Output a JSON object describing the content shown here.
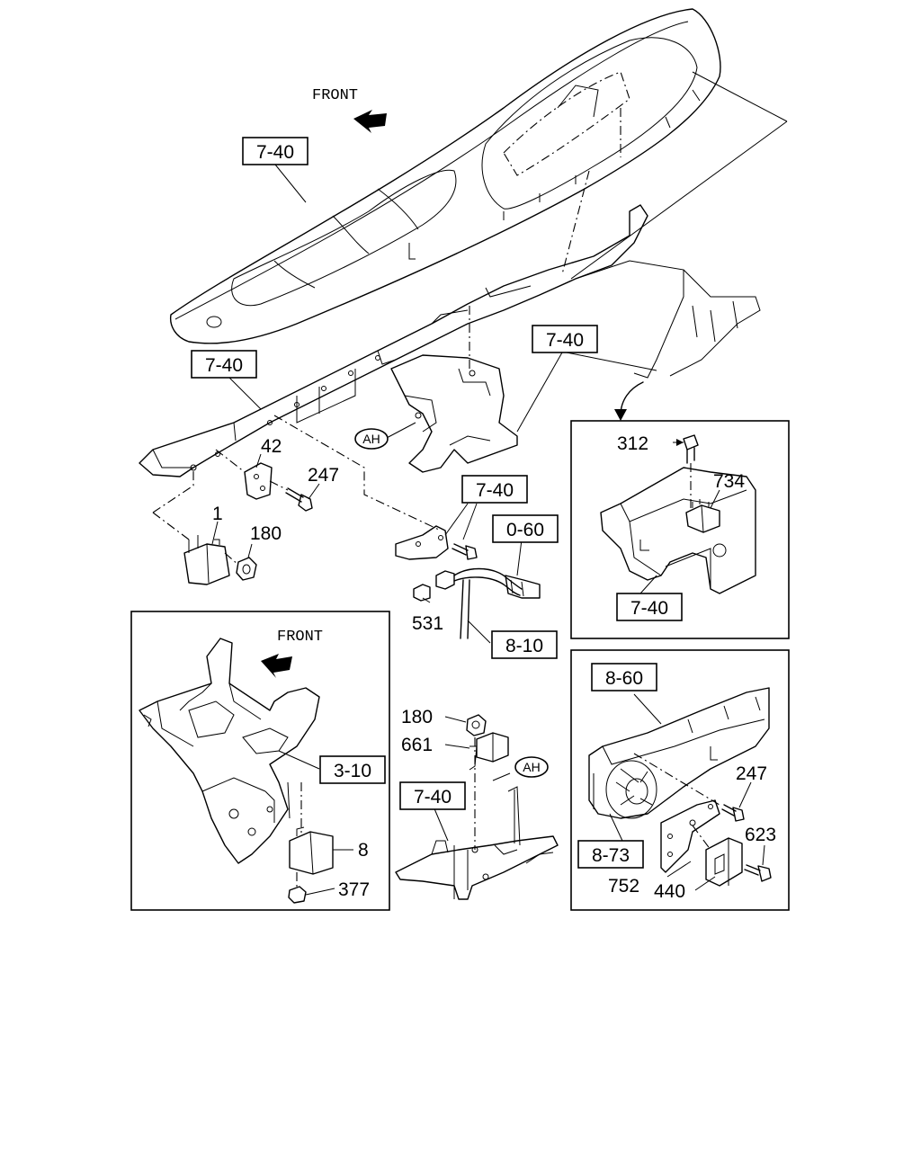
{
  "front_labels": [
    "FRONT",
    "FRONT"
  ],
  "section_refs": [
    "7-40",
    "7-40",
    "7-40",
    "7-40",
    "7-40",
    "0-60",
    "8-10",
    "3-10",
    "7-40",
    "8-60",
    "8-73"
  ],
  "connector_refs": [
    "AH",
    "AH"
  ],
  "part_numbers": [
    "42",
    "247",
    "1",
    "180",
    "531",
    "312",
    "734",
    "180",
    "661",
    "8",
    "377",
    "247",
    "623",
    "752",
    "440"
  ]
}
